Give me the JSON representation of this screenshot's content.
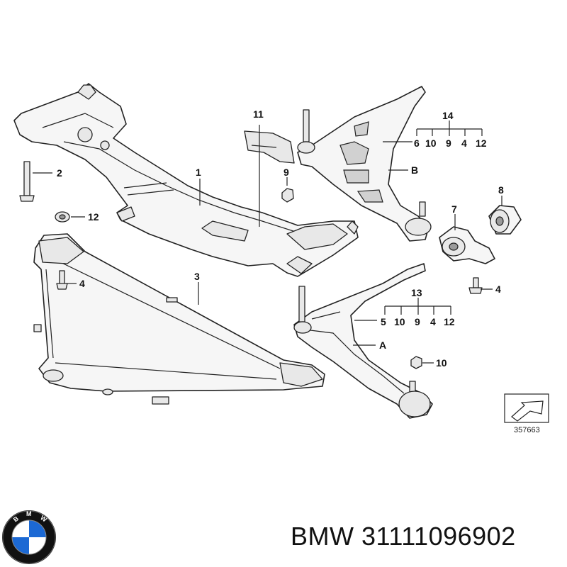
{
  "callouts": {
    "c1": "1",
    "c2": "2",
    "c3": "3",
    "c4a": "4",
    "c4b": "4",
    "c7": "7",
    "c8": "8",
    "c9": "9",
    "c10": "10",
    "c11": "11",
    "c12": "12",
    "c13": "13",
    "c14": "14",
    "cA": "A",
    "cB": "B"
  },
  "group_b": [
    "6",
    "10",
    "9",
    "4",
    "12"
  ],
  "group_a": [
    "5",
    "10",
    "9",
    "4",
    "12"
  ],
  "ref_number": "357663",
  "brand": {
    "name": "BMW 31111096902",
    "logo_text": "BMW",
    "colors": {
      "blue": "#1c69d4",
      "ring": "#111111"
    }
  }
}
